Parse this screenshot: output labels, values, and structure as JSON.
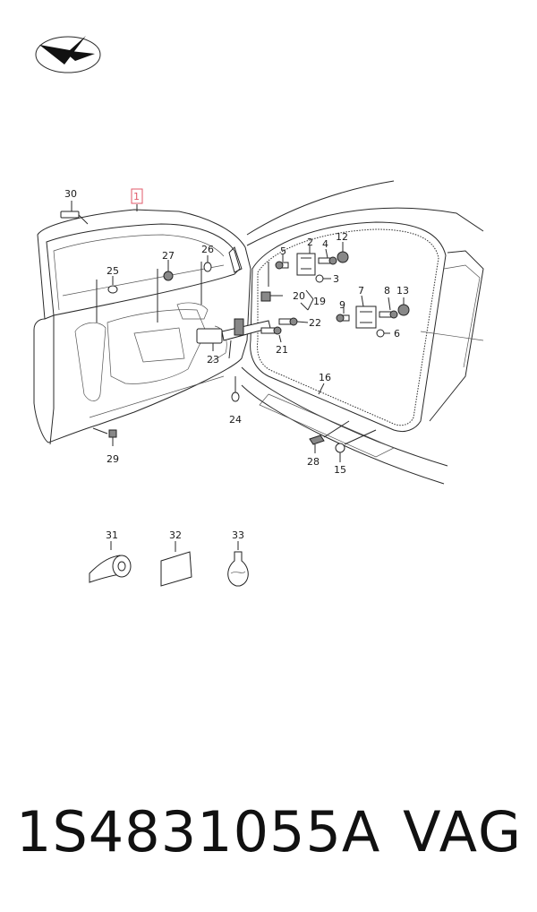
{
  "footer": {
    "part_number": "1S4831055A",
    "brand": "VAG"
  },
  "callouts": [
    {
      "id": "c1",
      "text": "1",
      "highlighted": true
    },
    {
      "id": "c2",
      "text": "2"
    },
    {
      "id": "c3",
      "text": "3"
    },
    {
      "id": "c4",
      "text": "4"
    },
    {
      "id": "c5",
      "text": "5"
    },
    {
      "id": "c6",
      "text": "6"
    },
    {
      "id": "c7",
      "text": "7"
    },
    {
      "id": "c8",
      "text": "8"
    },
    {
      "id": "c9",
      "text": "9"
    },
    {
      "id": "c12",
      "text": "12"
    },
    {
      "id": "c13",
      "text": "13"
    },
    {
      "id": "c15",
      "text": "15"
    },
    {
      "id": "c16",
      "text": "16"
    },
    {
      "id": "c19",
      "text": "19"
    },
    {
      "id": "c20",
      "text": "20"
    },
    {
      "id": "c21",
      "text": "21"
    },
    {
      "id": "c22",
      "text": "22"
    },
    {
      "id": "c23",
      "text": "23"
    },
    {
      "id": "c24",
      "text": "24"
    },
    {
      "id": "c25",
      "text": "25"
    },
    {
      "id": "c26",
      "text": "26"
    },
    {
      "id": "c27",
      "text": "27"
    },
    {
      "id": "c28",
      "text": "28"
    },
    {
      "id": "c29",
      "text": "29"
    },
    {
      "id": "c30",
      "text": "30"
    },
    {
      "id": "c31",
      "text": "31"
    },
    {
      "id": "c32",
      "text": "32"
    },
    {
      "id": "c33",
      "text": "33"
    }
  ],
  "colors": {
    "highlight": "#e05a6a",
    "line": "#2a2a2a"
  },
  "icons": {
    "logo": "check-plane-logo-icon"
  }
}
